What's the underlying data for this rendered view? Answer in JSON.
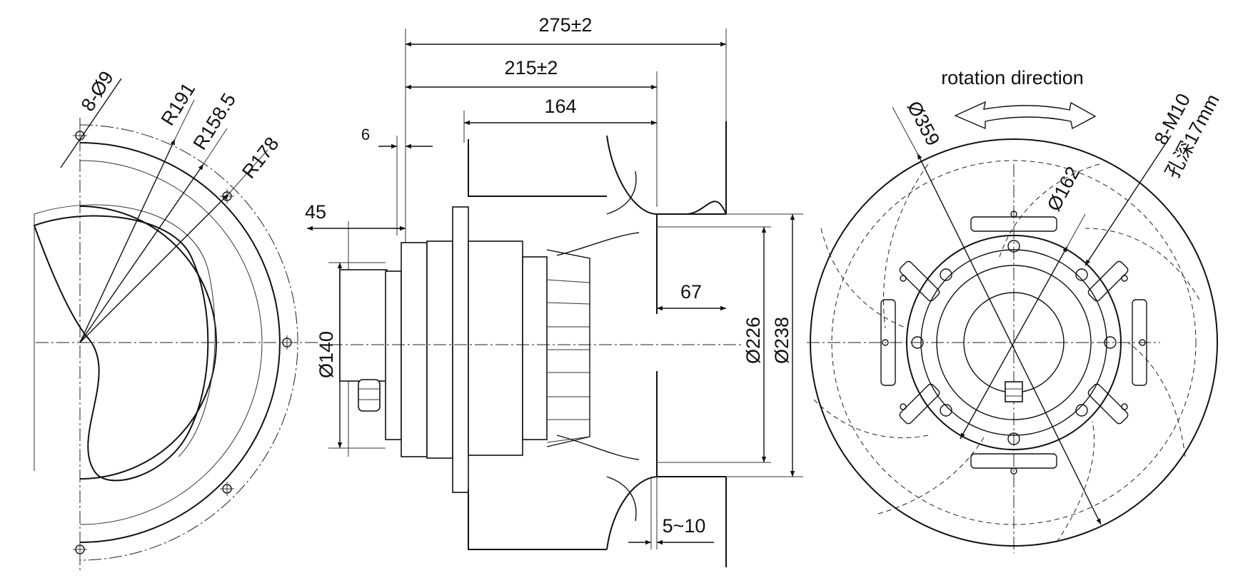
{
  "left_view": {
    "holes_label": "8-Ø9",
    "r191_label": "R191",
    "r158_label": "R158.5",
    "r178_label": "R178"
  },
  "side_view": {
    "dim_275": "275±2",
    "dim_215": "215±2",
    "dim_164": "164",
    "dim_6": "6",
    "dim_45": "45",
    "dim_140": "Ø140",
    "dim_67": "67",
    "dim_226": "Ø226",
    "dim_238": "Ø238",
    "dim_5_10": "5~10"
  },
  "front_view": {
    "rotation_label": "rotation direction",
    "dim_359": "Ø359",
    "dim_162": "Ø162",
    "thread_label": "8-M10",
    "depth_label": "孔深17mm"
  }
}
